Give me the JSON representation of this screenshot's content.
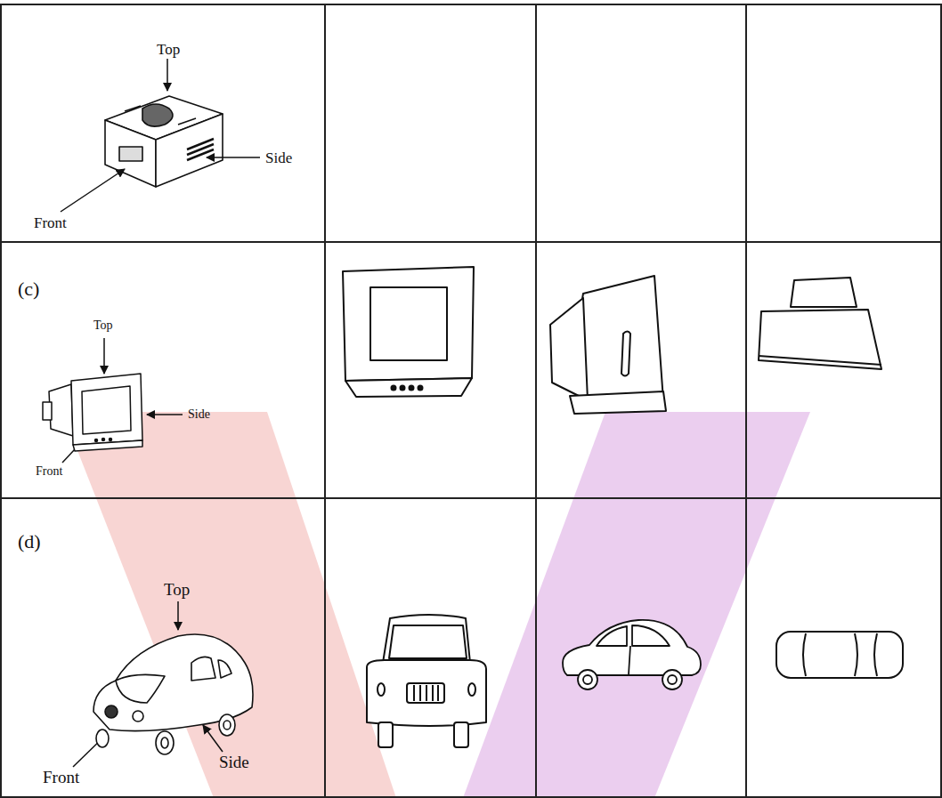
{
  "diagram": {
    "labels": [
      "Top",
      "Side",
      "Front",
      "(c)",
      "Top",
      "Side",
      "Front",
      "(d)",
      "Top",
      "Front",
      "Side"
    ]
  }
}
